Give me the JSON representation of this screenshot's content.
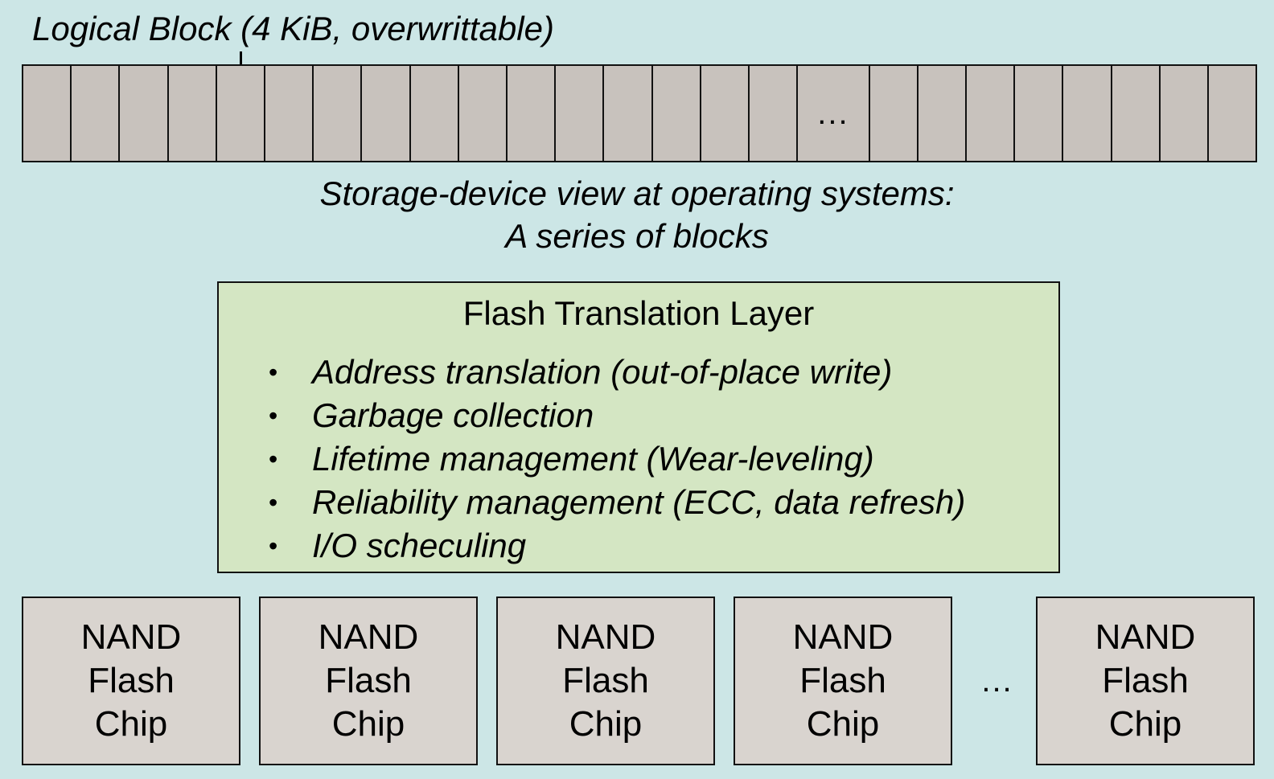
{
  "logical_block_label": "Logical Block (4 KiB, overwrittable)",
  "block_strip": {
    "ellipsis": "..."
  },
  "os_view": {
    "line1": "Storage-device view at operating systems:",
    "line2": "A series of blocks"
  },
  "ftl": {
    "title": "Flash Translation Layer",
    "bullet": "•",
    "items": [
      "Address translation (out-of-place write)",
      "Garbage collection",
      "Lifetime management (Wear-leveling)",
      "Reliability management (ECC, data refresh)",
      "I/O scheculing"
    ]
  },
  "chips": [
    {
      "line1": "NAND",
      "line2": "Flash",
      "line3": "Chip"
    },
    {
      "line1": "NAND",
      "line2": "Flash",
      "line3": "Chip"
    },
    {
      "line1": "NAND",
      "line2": "Flash",
      "line3": "Chip"
    },
    {
      "line1": "NAND",
      "line2": "Flash",
      "line3": "Chip"
    },
    {
      "line1": "NAND",
      "line2": "Flash",
      "line3": "Chip"
    }
  ],
  "chips_ellipsis": "...",
  "colors": {
    "background": "#cce6e6",
    "block_fill": "#c8c2bd",
    "ftl_fill": "#d4e6c3",
    "chip_fill": "#d9d4cf"
  }
}
